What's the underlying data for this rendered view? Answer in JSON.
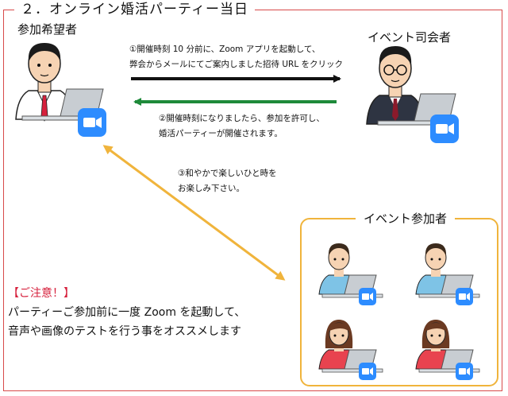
{
  "title": "２．オンライン婚活パーティー当日",
  "roles": {
    "applicant": "参加希望者",
    "host": "イベント司会者",
    "participants": "イベント参加者"
  },
  "steps": {
    "step1": [
      "①開催時刻 10 分前に、Zoom アプリを起動して、",
      "弊会からメールにてご案内しました招待 URL をクリック"
    ],
    "step2": [
      "②開催時刻になりましたら、参加を許可し、",
      "婚活パーティーが開催されます。"
    ],
    "step3": [
      "③和やかで楽しいひと時を",
      "お楽しみ下さい。"
    ]
  },
  "notice": {
    "title": "【ご注意！】",
    "lines": [
      "パーティーご参加前に一度 Zoom を起動して、",
      "音声や画像のテストを行う事をオススメします"
    ]
  },
  "colors": {
    "frame": "#d84a4a",
    "arrow_join": "#111111",
    "arrow_admit": "#1e8a3a",
    "arrow_enjoy": "#f0b43c",
    "group_border": "#f0b43c",
    "notice_title": "#d6203c",
    "zoom_blue": "#2d8cff"
  },
  "icons": [
    "person-with-laptop-icon",
    "zoom-camera-icon"
  ]
}
